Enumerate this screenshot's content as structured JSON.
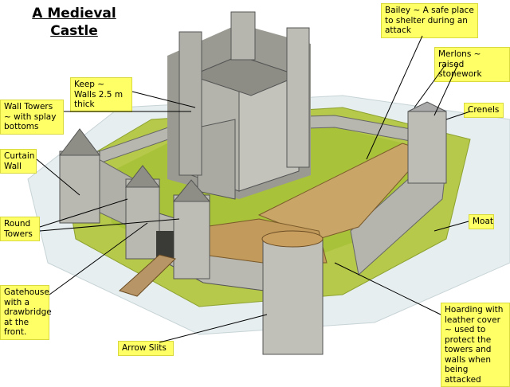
{
  "title": {
    "line1": "A Medieval",
    "line2": "Castle"
  },
  "labels": {
    "bailey": "Bailey ~ A safe place to shelter during an attack",
    "merlons": "Merlons ~ raised stonework",
    "crenels": "Crenels",
    "keep": "Keep ~ Walls 2.5 m thick",
    "wall_towers": "Wall Towers ~ with splay bottoms",
    "curtain_wall": "Curtain Wall",
    "round_towers": "Round Towers",
    "moat": "Moat",
    "gatehouse": "Gatehouse with a drawbridge at the front.",
    "hoarding": "Hoarding with leather cover ~ used to protect the towers and walls when being attacked",
    "arrow_slits": "Arrow Slits"
  },
  "colors": {
    "label_bg": "#ffff66",
    "moat_water": "#e6eef0",
    "grass": "#a8c23a",
    "stone": "#b7b7b0",
    "stone_dark": "#8f8f88",
    "hoarding_wood": "#c9a567"
  }
}
